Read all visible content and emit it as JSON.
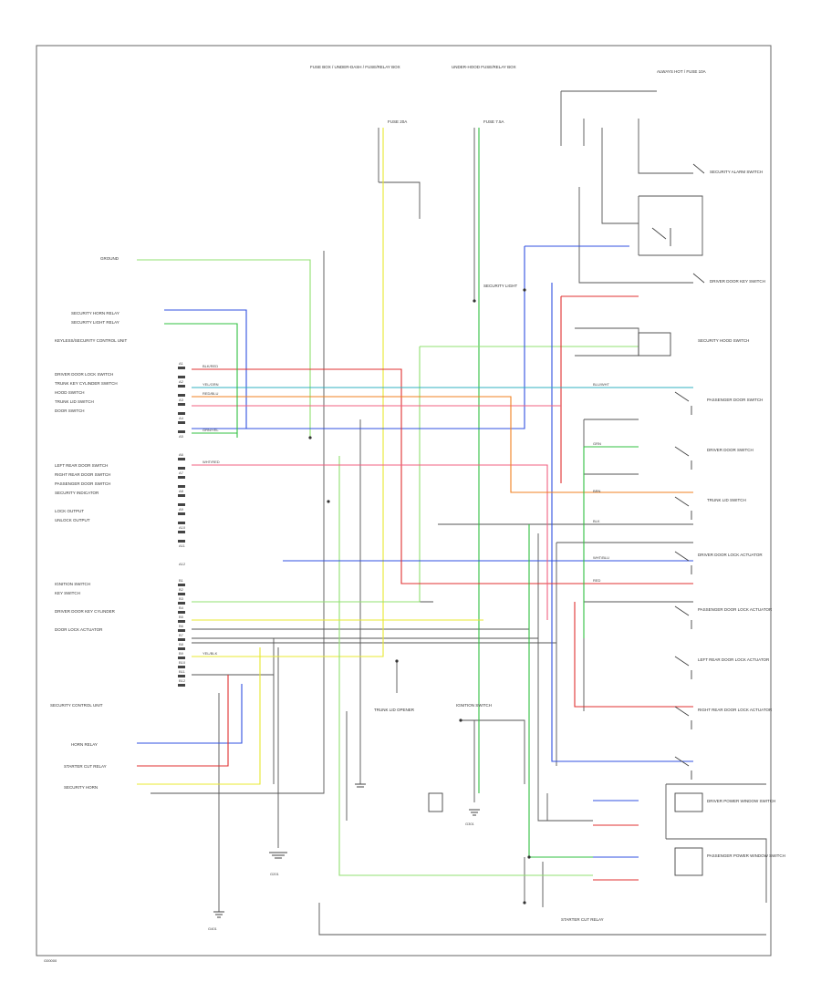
{
  "figure_code": "G00000",
  "top_labels": {
    "fuse_block_left": "FUSE BOX / UNDER-DASH / FUSE/RELAY BOX",
    "fuse_block_right": "UNDER-HOOD FUSE/RELAY BOX",
    "fuse_left": "FUSE 20A",
    "fuse_right": "FUSE 7.5A",
    "relay_top_right": "ALWAYS HOT / FUSE 10A"
  },
  "left_labels": [
    "GROUND",
    "SECURITY HORN RELAY",
    "SECURITY LIGHT RELAY",
    "KEYLESS/SECURITY CONTROL UNIT",
    "DRIVER DOOR LOCK SWITCH",
    "TRUNK KEY CYLINDER SWITCH",
    "HOOD SWITCH",
    "TRUNK LID SWITCH",
    "DOOR SWITCH",
    "LEFT REAR DOOR SWITCH",
    "RIGHT REAR DOOR SWITCH",
    "PASSENGER DOOR SWITCH",
    "SECURITY INDICATOR",
    "LOCK OUTPUT",
    "UNLOCK OUTPUT",
    "IGNITION SWITCH",
    "KEY SWITCH",
    "DRIVER DOOR KEY CYLINDER",
    "DOOR LOCK ACTUATOR"
  ],
  "left_lower_labels": [
    "SECURITY CONTROL UNIT",
    "HORN RELAY",
    "STARTER CUT RELAY",
    "SECURITY HORN"
  ],
  "right_labels": [
    "SECURITY ALARM SWITCH",
    "DRIVER DOOR KEY SWITCH",
    "PASSENGER DOOR SWITCH",
    "DRIVER DOOR SWITCH",
    "TRUNK LID SWITCH",
    "SECURITY HOOD SWITCH",
    "DRIVER DOOR LOCK ACTUATOR",
    "PASSENGER DOOR LOCK ACTUATOR",
    "LEFT REAR DOOR LOCK ACTUATOR",
    "RIGHT REAR DOOR LOCK ACTUATOR",
    "DRIVER POWER WINDOW SWITCH",
    "PASSENGER POWER WINDOW SWITCH"
  ],
  "center_labels": [
    "SECURITY LIGHT",
    "TRUNK LID OPENER",
    "IGNITION SWITCH",
    "STARTER CUT RELAY",
    "G401",
    "G201",
    "G301"
  ],
  "wire_colors": {
    "red": "#e03030",
    "blue": "#3050e0",
    "green": "#30c040",
    "yellow": "#e8e830",
    "orange": "#f08020",
    "pink": "#f06080",
    "cyan": "#30b0c0",
    "dark": "#333333",
    "lightgreen": "#90e070"
  },
  "connector_pins": [
    "A1",
    "A2",
    "A3",
    "A4",
    "A5",
    "A6",
    "A7",
    "A8",
    "A9",
    "A10",
    "A11",
    "A12",
    "B1",
    "B2",
    "B3",
    "B4",
    "B5",
    "B6",
    "B7",
    "B8",
    "B9",
    "B10",
    "B11",
    "B12"
  ],
  "wire_codes": [
    "BLK/RED",
    "YEL/GRN",
    "RED/BLU",
    "GRN/YEL",
    "BLU/WHT",
    "WHT/RED",
    "BRN",
    "RED",
    "GRN",
    "BLK",
    "WHT/BLU",
    "YEL/BLK"
  ]
}
